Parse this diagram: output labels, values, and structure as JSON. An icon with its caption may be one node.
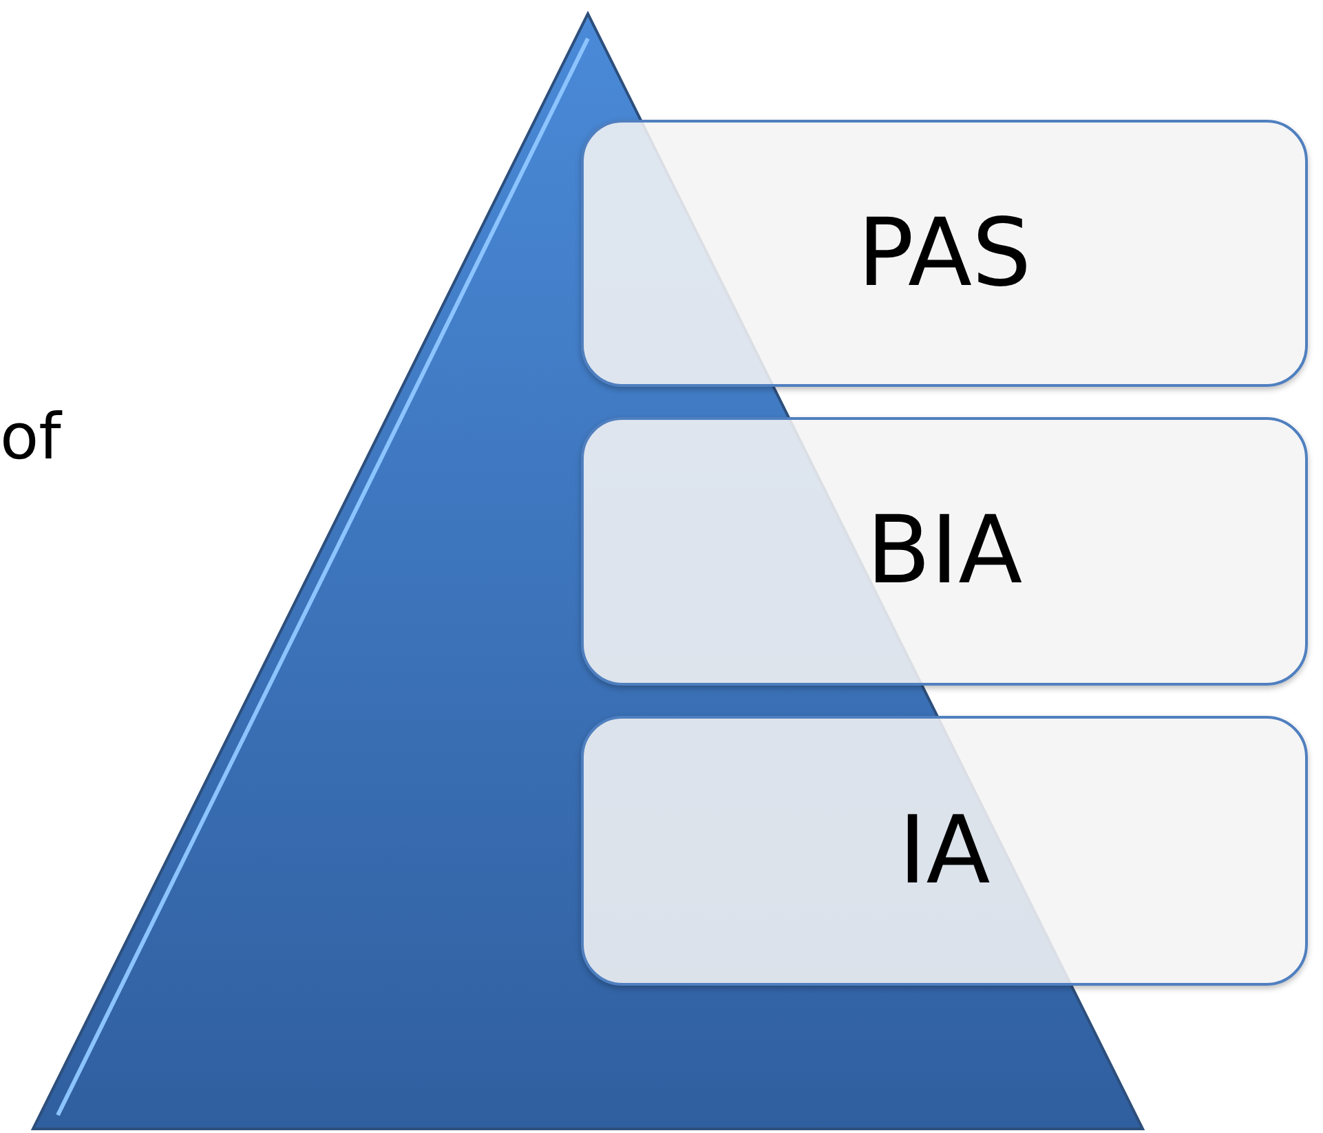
{
  "diagram": {
    "nodes": [
      {
        "text": [],
        "shape": "triangle"
      },
      {
        "text": [
          "PAS"
        ]
      },
      {
        "text": [
          "BIA"
        ]
      },
      {
        "text": [
          "IA"
        ]
      }
    ],
    "labels": [
      "of"
    ]
  }
}
